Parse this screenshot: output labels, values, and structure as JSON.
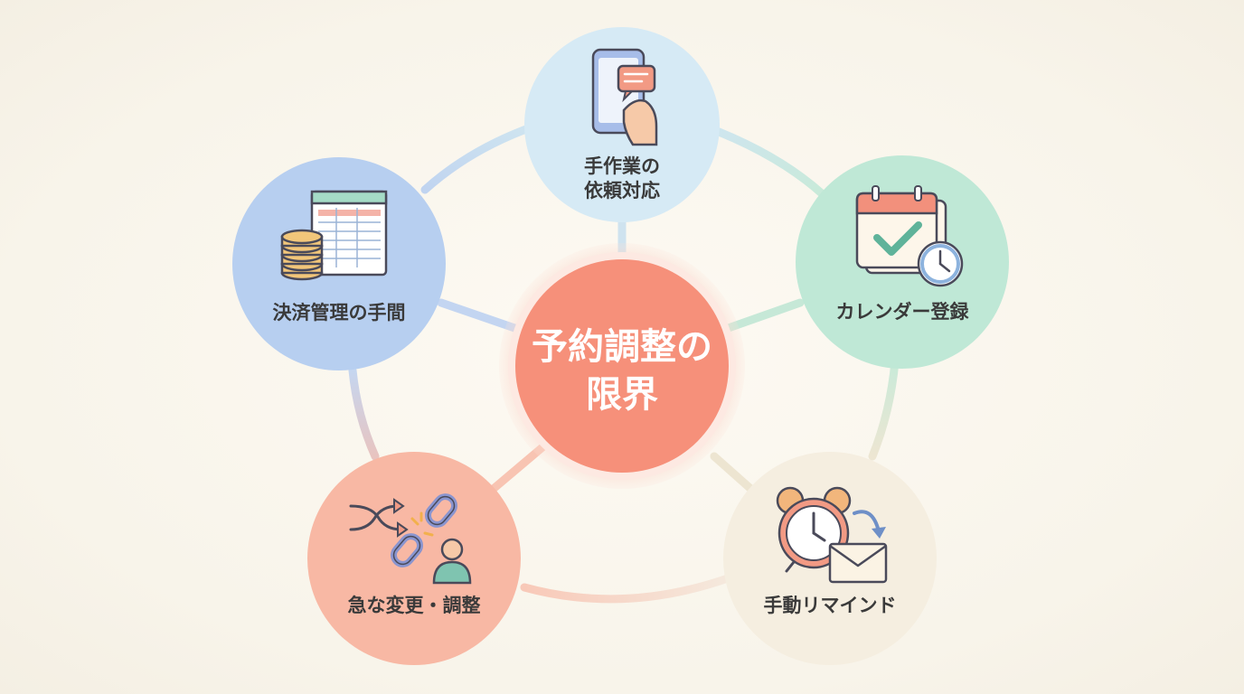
{
  "center": {
    "line1": "予約調整の",
    "line2": "限界"
  },
  "nodes": [
    {
      "id": "manual-request",
      "line1": "手作業の",
      "line2": "依頼対応",
      "icon": "smartphone-chat-icon"
    },
    {
      "id": "calendar",
      "line1": "カレンダー登録",
      "icon": "calendar-clock-icon"
    },
    {
      "id": "reminder",
      "line1": "手動リマインド",
      "icon": "alarm-mail-icon"
    },
    {
      "id": "change",
      "line1": "急な変更・調整",
      "icon": "broken-link-shuffle-icon"
    },
    {
      "id": "payment",
      "line1": "決済管理の手間",
      "icon": "coins-spreadsheet-icon"
    }
  ],
  "colors": {
    "center": "#f6907a",
    "manual_request": "#d6eaf5",
    "calendar": "#bfe8d6",
    "reminder": "#f5eee0",
    "change": "#f8b8a4",
    "payment": "#b7cff0"
  }
}
